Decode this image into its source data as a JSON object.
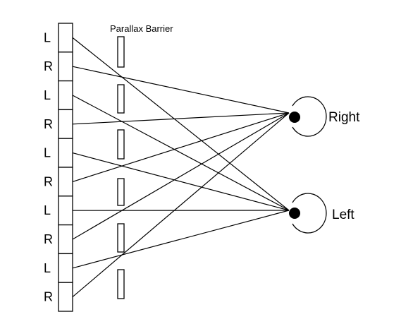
{
  "barrier": {
    "title": "Parallax Barrier"
  },
  "pixels": [
    {
      "label": "L",
      "eye": "left"
    },
    {
      "label": "R",
      "eye": "right"
    },
    {
      "label": "L",
      "eye": "left"
    },
    {
      "label": "R",
      "eye": "right"
    },
    {
      "label": "L",
      "eye": "left"
    },
    {
      "label": "R",
      "eye": "right"
    },
    {
      "label": "L",
      "eye": "left"
    },
    {
      "label": "R",
      "eye": "right"
    },
    {
      "label": "L",
      "eye": "left"
    },
    {
      "label": "R",
      "eye": "right"
    }
  ],
  "eyes": {
    "right": {
      "label": "Right"
    },
    "left": {
      "label": "Left"
    }
  },
  "colors": {
    "stroke": "#000000",
    "background": "#ffffff"
  }
}
